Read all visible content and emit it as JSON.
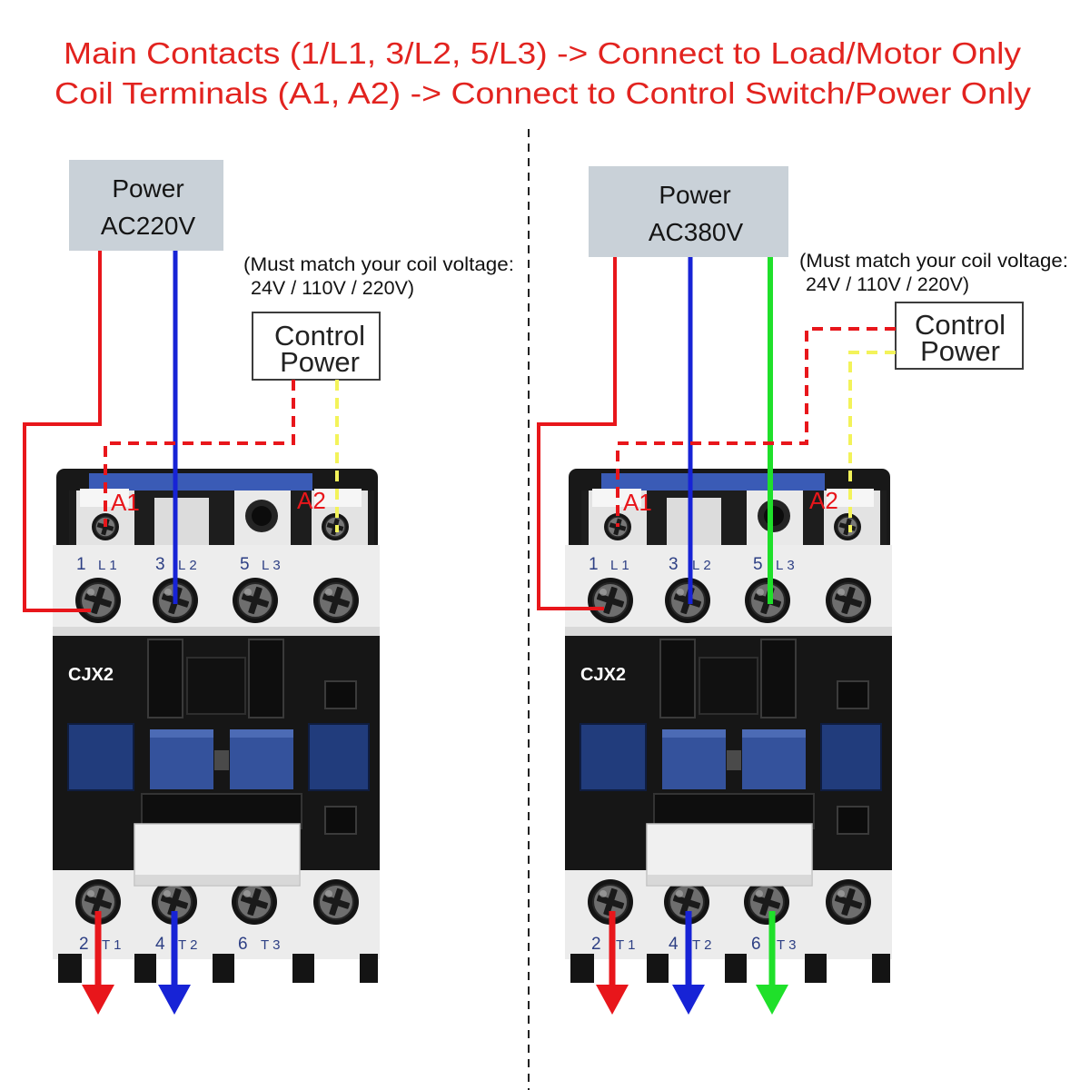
{
  "header": {
    "line1": "Main Contacts (1/L1, 3/L2, 5/L3) -> Connect to Load/Motor Only",
    "line2": "Coil Terminals (A1, A2) -> Connect to Control Switch/Power Only"
  },
  "colors": {
    "header_text": "#e2231f",
    "wire_l1": "#e8161b",
    "wire_l2": "#1723d6",
    "wire_l3": "#1fe02a",
    "coil_a1": "#e8161b",
    "coil_a2": "#f3f35a",
    "coil_label": "#e8161b",
    "power_box_fill": "#c9d1d8"
  },
  "left": {
    "power": {
      "title": "Power",
      "voltage": "AC220V"
    },
    "note": {
      "line1": "(Must match your coil voltage:",
      "line2": "24V / 110V / 220V)"
    },
    "control": {
      "line1": "Control",
      "line2": "Power"
    },
    "contactor": {
      "model": "CJX2",
      "coil": {
        "a1": "A1",
        "a2": "A2"
      },
      "line_terminals": [
        {
          "num": "1",
          "name": "L1"
        },
        {
          "num": "3",
          "name": "L2"
        },
        {
          "num": "5",
          "name": "L3"
        }
      ],
      "load_terminals": [
        {
          "num": "2",
          "name": "T1"
        },
        {
          "num": "4",
          "name": "T2"
        },
        {
          "num": "6",
          "name": "T3"
        }
      ]
    }
  },
  "right": {
    "power": {
      "title": "Power",
      "voltage": "AC380V"
    },
    "note": {
      "line1": "(Must match your coil voltage:",
      "line2": "24V / 110V / 220V)"
    },
    "control": {
      "line1": "Control",
      "line2": "Power"
    },
    "contactor": {
      "model": "CJX2",
      "coil": {
        "a1": "A1",
        "a2": "A2"
      },
      "line_terminals": [
        {
          "num": "1",
          "name": "L1"
        },
        {
          "num": "3",
          "name": "L2"
        },
        {
          "num": "5",
          "name": "L3"
        }
      ],
      "load_terminals": [
        {
          "num": "2",
          "name": "T1"
        },
        {
          "num": "4",
          "name": "T2"
        },
        {
          "num": "6",
          "name": "T3"
        }
      ]
    }
  }
}
